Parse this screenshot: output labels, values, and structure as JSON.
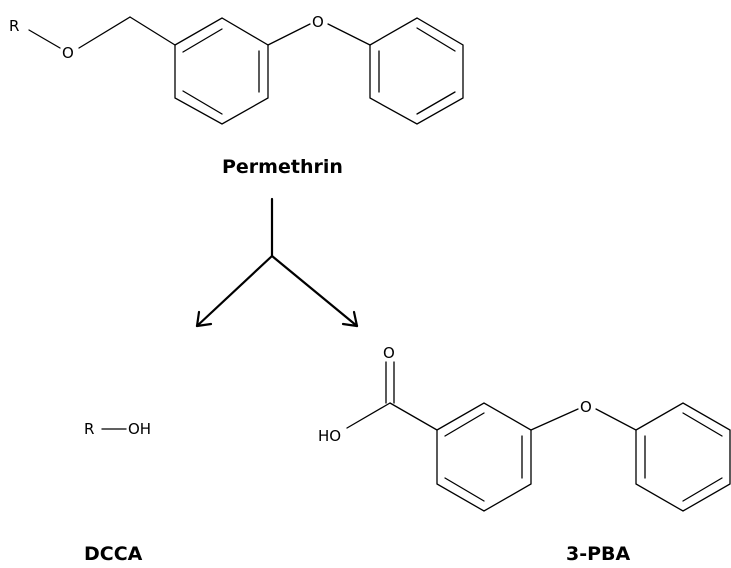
{
  "compounds": {
    "permethrin": {
      "name": "Permethrin",
      "atoms": {
        "r": "R",
        "o_ether": "O",
        "o_phenoxy": "O"
      }
    },
    "dcca": {
      "name": "DCCA",
      "atoms": {
        "r": "R",
        "oh": "OH"
      }
    },
    "pba": {
      "name": "3-PBA",
      "atoms": {
        "o_carbonyl": "O",
        "ho": "HO",
        "o_phenoxy": "O"
      }
    }
  },
  "colors": {
    "ink": "#000000",
    "background": "#ffffff"
  }
}
